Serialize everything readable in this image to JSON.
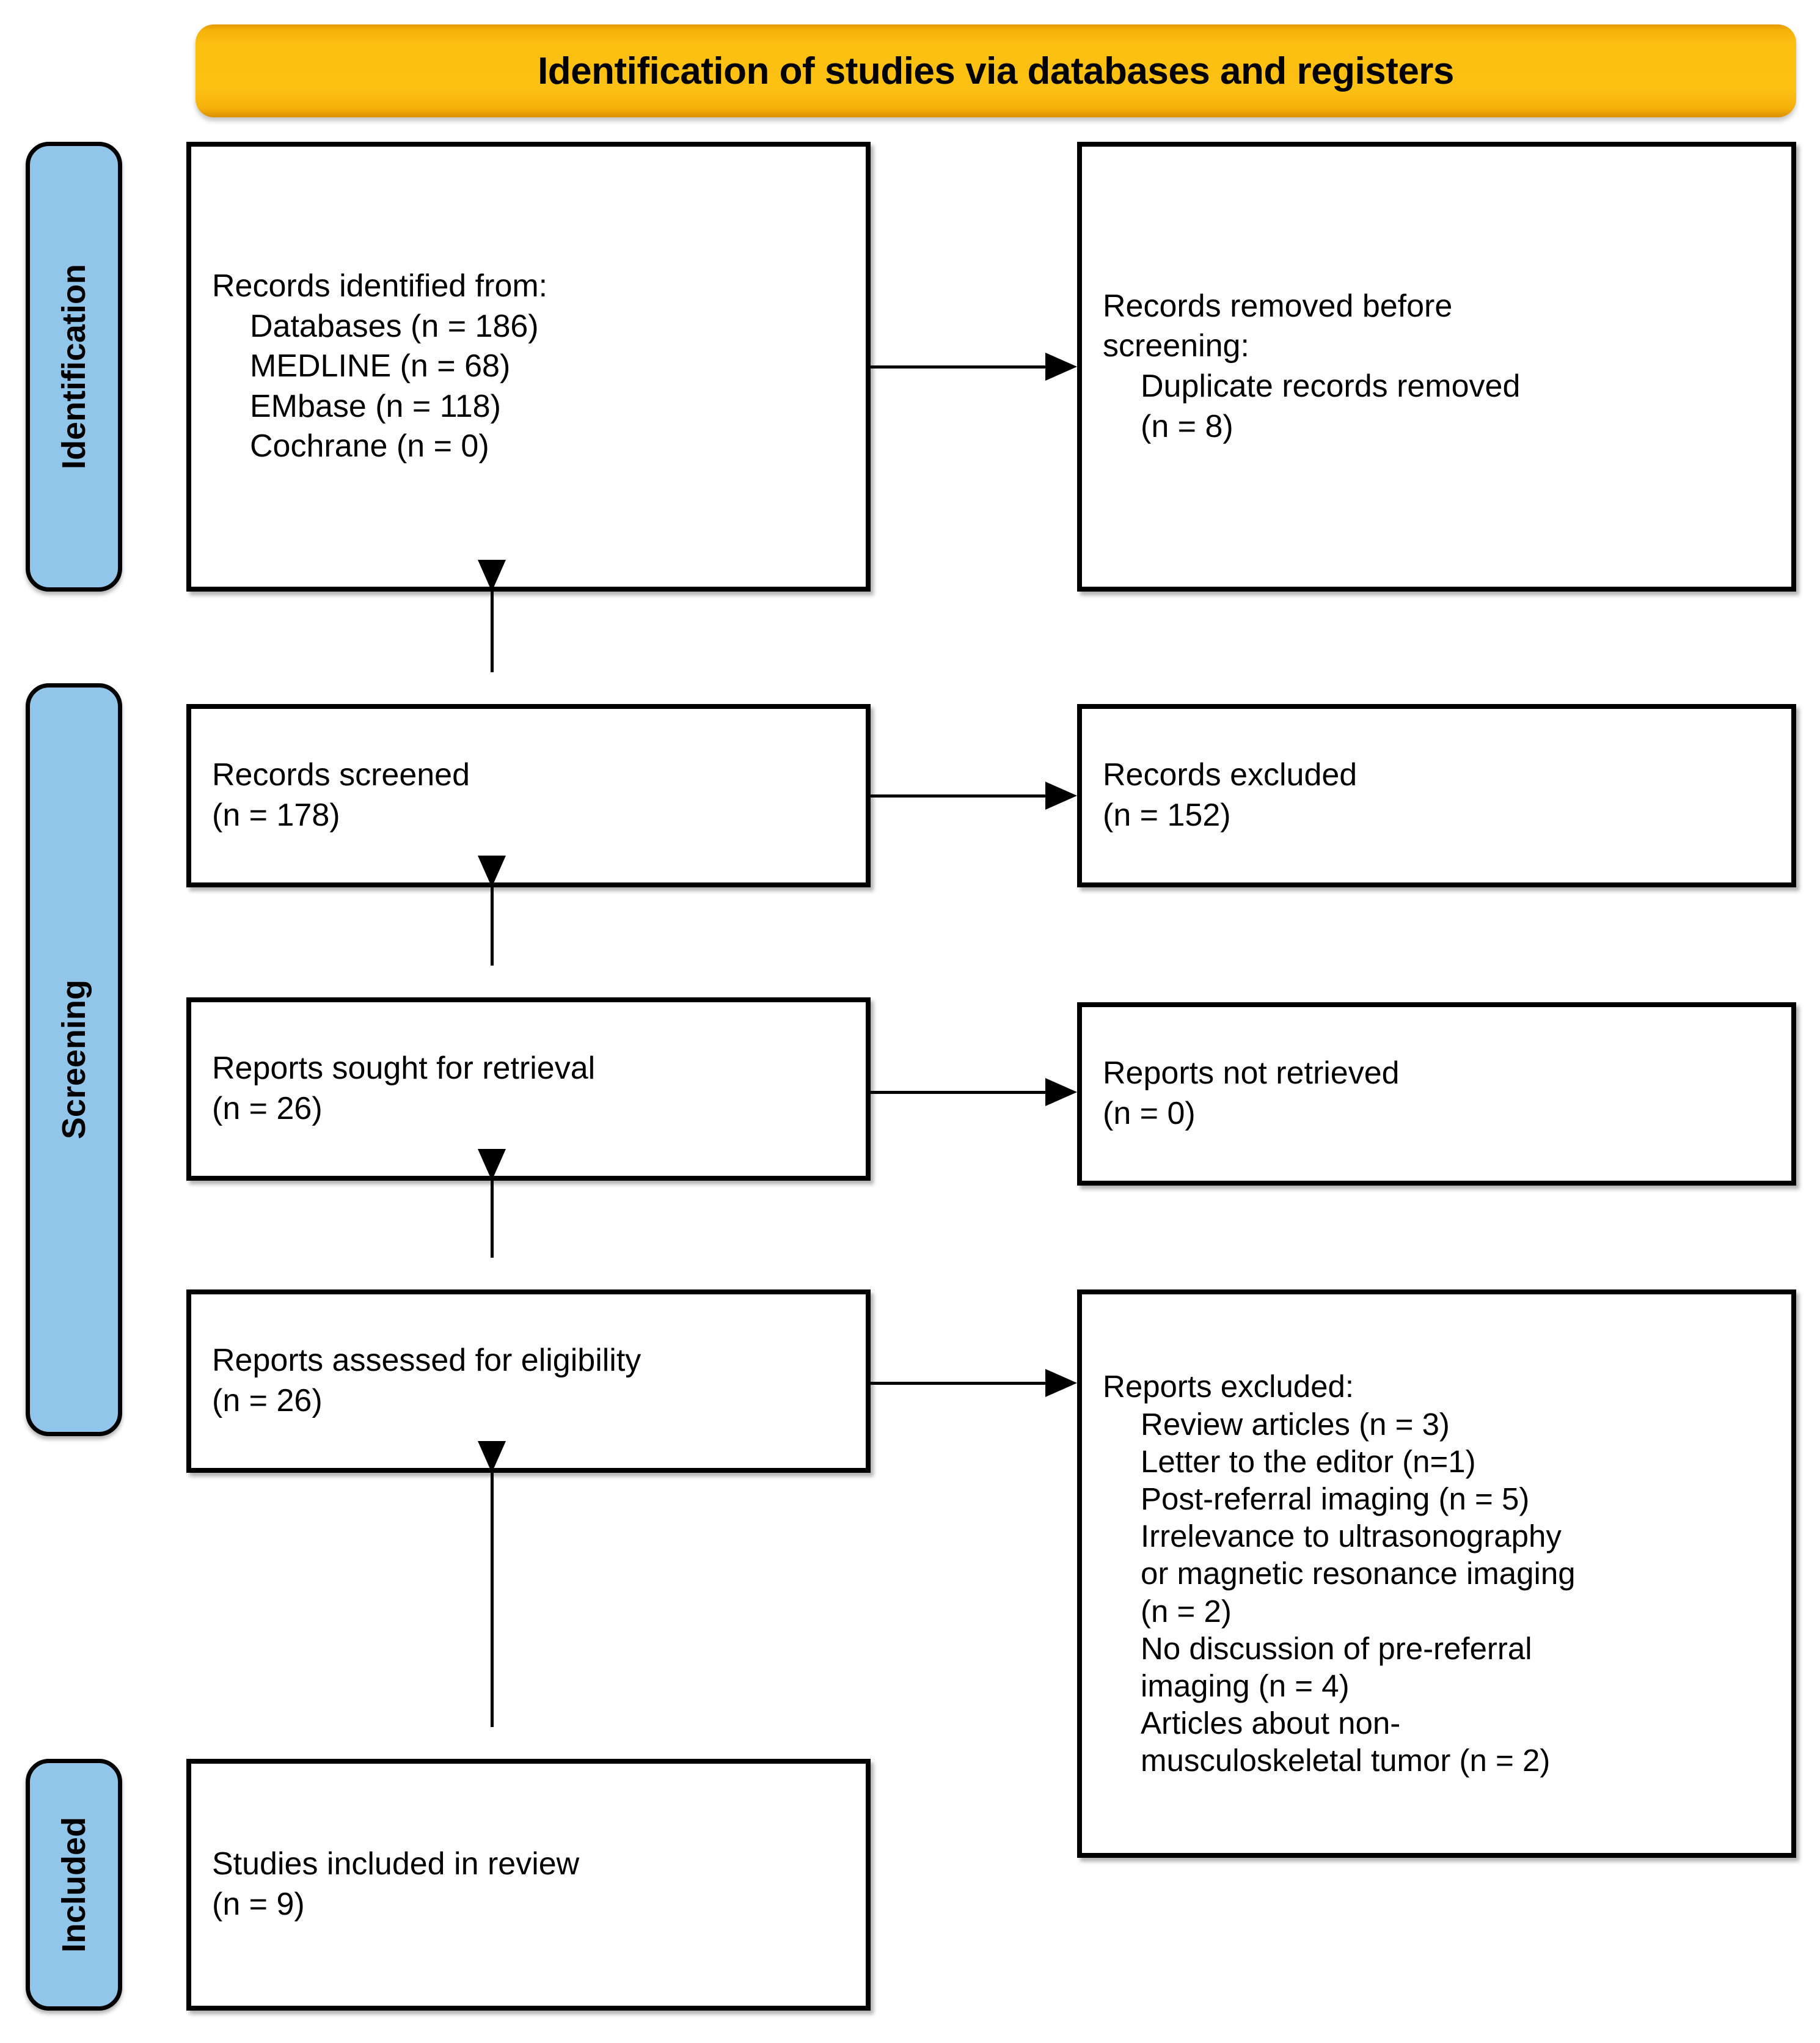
{
  "banner": {
    "title": "Identification of studies via databases and registers",
    "color": "#FCC013"
  },
  "stages": {
    "identification": "Identification",
    "screening": "Screening",
    "included": "Included",
    "color": "#92C5EA"
  },
  "boxes": {
    "identified": {
      "lines": [
        "Records identified from:",
        "Databases (n = 186)",
        "MEDLINE (n = 68)",
        "EMbase (n = 118)",
        "Cochrane (n = 0)"
      ]
    },
    "removed": {
      "line1_plain": "Records removed ",
      "line1_italic": "before",
      "line2_italic": "screening",
      "line2_plain": ":",
      "line3": "Duplicate records removed",
      "line4": "(n = 8)"
    },
    "screened": {
      "label": "Records screened",
      "count": "(n = 178)"
    },
    "excluded": {
      "label": "Records excluded",
      "count": "(n = 152)"
    },
    "sought": {
      "label": "Reports sought for retrieval",
      "count": "(n = 26)"
    },
    "not_retrieved": {
      "label": "Reports not retrieved",
      "count": "(n = 0)"
    },
    "assessed": {
      "label": "Reports assessed for eligibility",
      "count": "(n = 26)"
    },
    "reports_excluded": {
      "heading": "Reports excluded:",
      "reasons": [
        "Review articles (n = 3)",
        "Letter to the editor (n=1)",
        "Post-referral imaging (n = 5)",
        "Irrelevance to ultrasonography",
        "or magnetic resonance imaging",
        "(n = 2)",
        "No discussion of pre-referral",
        "imaging (n = 4)",
        "Articles about non-",
        "musculoskeletal tumor (n = 2)"
      ]
    },
    "included": {
      "label": "Studies included in review",
      "count": "(n = 9)"
    }
  }
}
